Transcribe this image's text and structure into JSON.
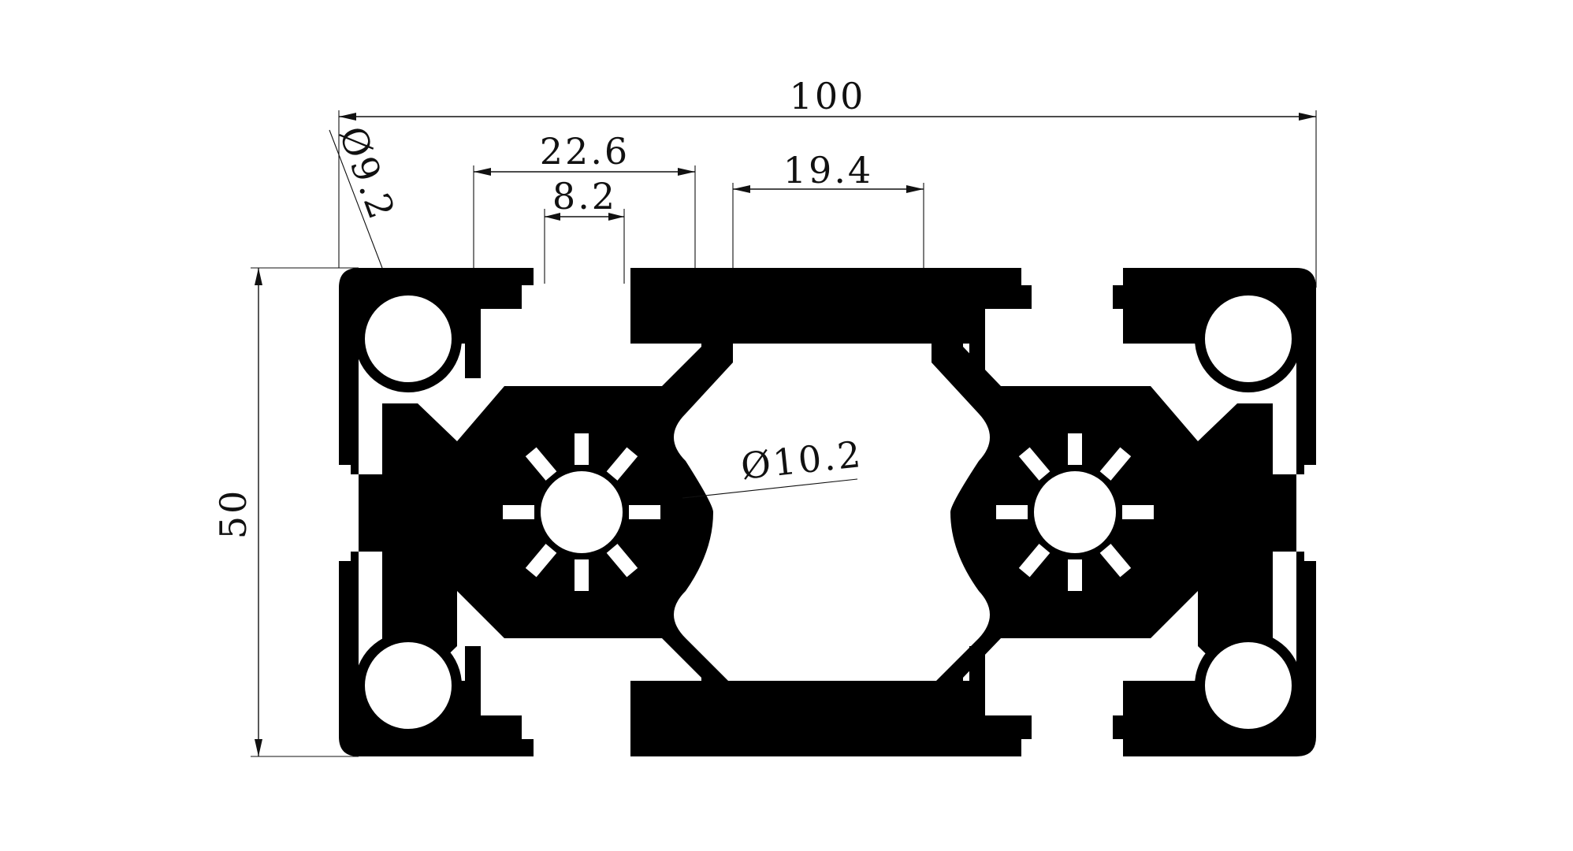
{
  "drawing": {
    "title": "",
    "color_profile": "#000000",
    "color_background": "#ffffff",
    "dimensions": {
      "overall_width": "100",
      "overall_height": "50",
      "slot_pitch": "22.6",
      "slot_opening": "8.2",
      "center_span": "19.4",
      "corner_hole": "Ø9.2",
      "center_bore": "Ø10.2"
    }
  }
}
